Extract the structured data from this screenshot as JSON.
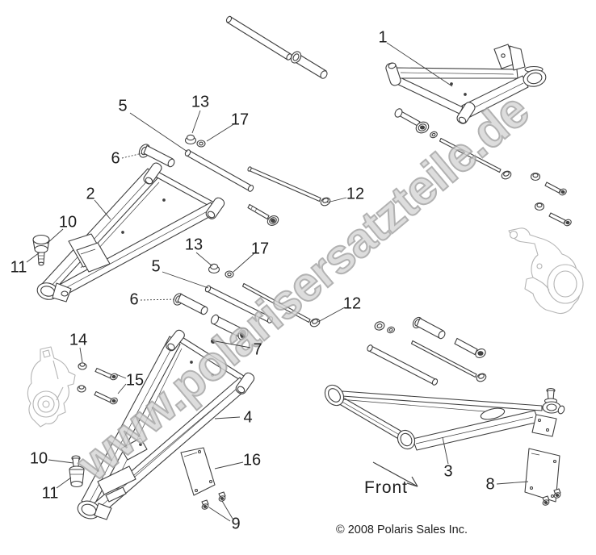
{
  "watermark": {
    "text": "www.polarisersatzteile.de"
  },
  "front_indicator": {
    "label": "Front"
  },
  "footer": {
    "copyright": "© 2008 Polaris Sales Inc."
  },
  "colors": {
    "line": "#3f3f3f",
    "light_line": "#b4b4b4",
    "watermark_fill": "#d6d6d6",
    "watermark_outline": "#a2a2a2",
    "background": "#ffffff"
  },
  "callouts": [
    {
      "id": "1",
      "label": "1"
    },
    {
      "id": "2",
      "label": "2"
    },
    {
      "id": "3",
      "label": "3"
    },
    {
      "id": "4",
      "label": "4"
    },
    {
      "id": "5a",
      "label": "5"
    },
    {
      "id": "5b",
      "label": "5"
    },
    {
      "id": "6a",
      "label": "6"
    },
    {
      "id": "6b",
      "label": "6"
    },
    {
      "id": "7",
      "label": "7"
    },
    {
      "id": "8",
      "label": "8"
    },
    {
      "id": "9",
      "label": "9"
    },
    {
      "id": "10a",
      "label": "10"
    },
    {
      "id": "10b",
      "label": "10"
    },
    {
      "id": "11a",
      "label": "11"
    },
    {
      "id": "11b",
      "label": "11"
    },
    {
      "id": "12a",
      "label": "12"
    },
    {
      "id": "12b",
      "label": "12"
    },
    {
      "id": "13a",
      "label": "13"
    },
    {
      "id": "13b",
      "label": "13"
    },
    {
      "id": "14",
      "label": "14"
    },
    {
      "id": "15",
      "label": "15"
    },
    {
      "id": "16",
      "label": "16"
    },
    {
      "id": "17a",
      "label": "17"
    },
    {
      "id": "17b",
      "label": "17"
    }
  ]
}
